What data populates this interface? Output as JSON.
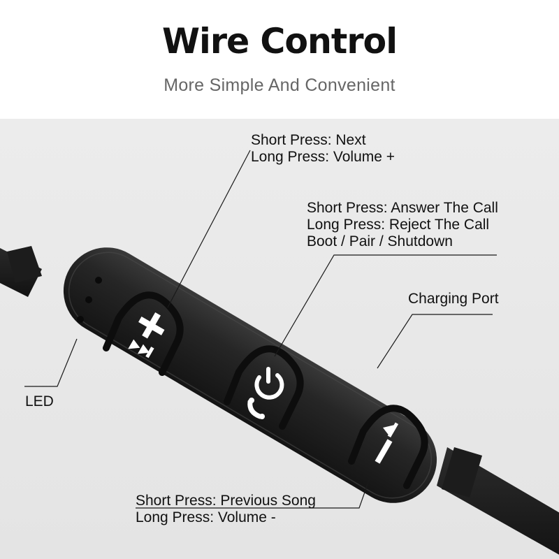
{
  "header": {
    "title": "Wire Control",
    "subtitle": "More Simple And Convenient"
  },
  "annotations": {
    "next": {
      "line1": "Short Press: Next",
      "line2": "Long Press: Volume +"
    },
    "power": {
      "line1": "Short Press: Answer The Call",
      "line2": "Long Press: Reject The Call",
      "line3": "Boot / Pair / Shutdown"
    },
    "charging": {
      "line1": "Charging Port"
    },
    "led": {
      "line1": "LED"
    },
    "previous": {
      "line1": "Short Press: Previous Song",
      "line2": "Long Press: Volume -"
    }
  },
  "colors": {
    "header_bg": "#ffffff",
    "panel_bg": "#e8e8e8",
    "remote_body": "#1e1e1e",
    "button_icon": "#ffffff",
    "title_text": "#111111",
    "subtitle_text": "#666666"
  },
  "icons": [
    "volume-plus-next-icon",
    "power-call-icon",
    "previous-volume-minus-icon",
    "led-indicator-icon"
  ]
}
